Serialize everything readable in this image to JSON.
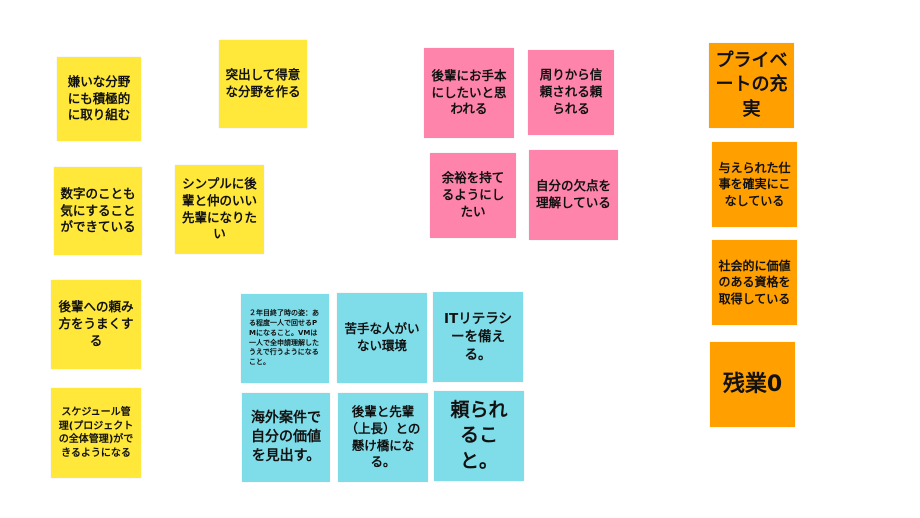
{
  "notes": {
    "yellow": [
      "嫌いな分野にも積極的に取り組む",
      "突出して得意な分野を作る",
      "数字のことも気にすることができている",
      "シンプルに後輩と仲のいい先輩になりたい",
      "後輩への頼み方をうまくする",
      "スケジュール管理(プロジェクトの全体管理)ができるようになる"
    ],
    "cyan": [
      "２年目終了時の姿：ある程度一人で回せるPMになること。VMは一人で全申請理解したうえで行うようになること。",
      "苦手な人がいない環境",
      "ITリテラシーを備える。",
      "海外案件で自分の価値を見出す。",
      "後輩と先輩（上長）との懸け橋になる。",
      "頼られること。"
    ],
    "pink": [
      "後輩にお手本にしたいと思われる",
      "周りから信頼される頼られる",
      "余裕を持てるようにしたい",
      "自分の欠点を理解している"
    ],
    "orange": [
      "プライベートの充実",
      "与えられた仕事を確実にこなしている",
      "社会的に価値のある資格を取得している",
      "残業0"
    ]
  },
  "colors": {
    "yellow": "#ffe83a",
    "cyan": "#7fdde9",
    "pink": "#ff84ac",
    "orange": "#ff9f00"
  }
}
